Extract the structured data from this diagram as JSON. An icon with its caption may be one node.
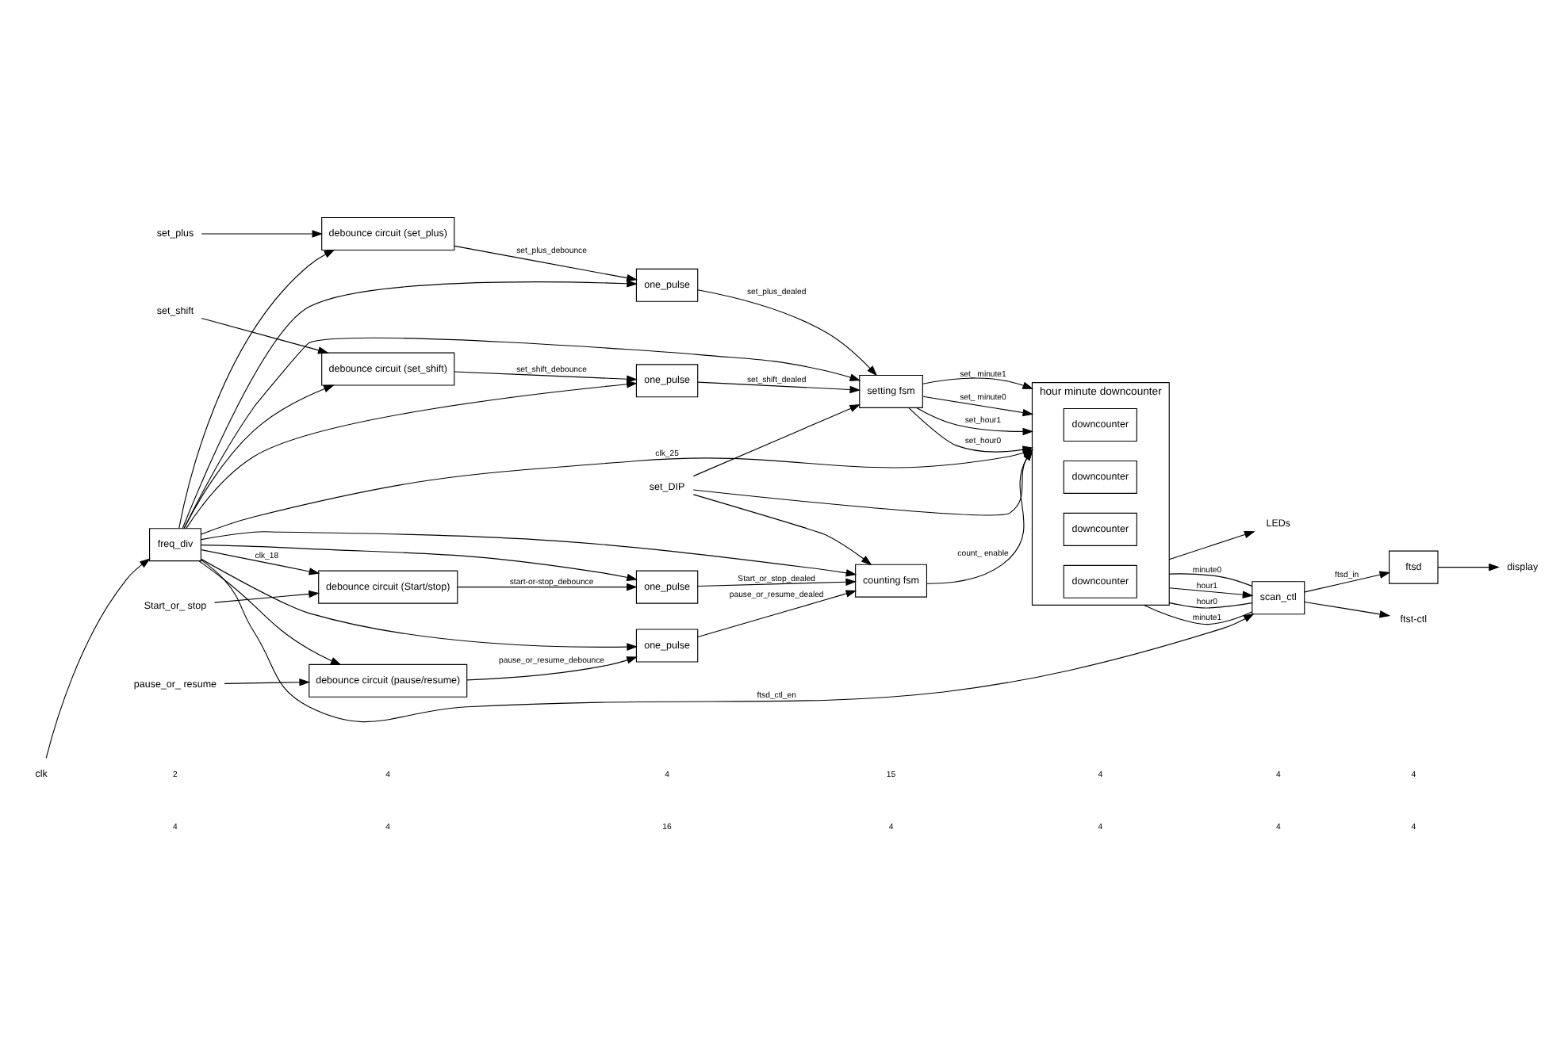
{
  "diagram": {
    "nodes": [
      {
        "text": [
          "clk"
        ]
      },
      {
        "text": [
          "freq_div"
        ]
      },
      {
        "text": [
          "Start_or_ stop"
        ]
      },
      {
        "text": [
          "debounce circuit (Start/stop)"
        ]
      },
      {
        "text": [
          "one_pulse"
        ]
      },
      {
        "text": [
          "pause_or_ resume"
        ]
      },
      {
        "text": [
          "debounce circuit (pause/resume)"
        ]
      },
      {
        "text": [
          "one_pulse"
        ]
      },
      {
        "text": [
          "set_plus"
        ]
      },
      {
        "text": [
          "debounce circuit (set_plus)"
        ]
      },
      {
        "text": [
          "one_pulse"
        ]
      },
      {
        "text": [
          "set_shift"
        ]
      },
      {
        "text": [
          "debounce circuit (set_shift)"
        ]
      },
      {
        "text": [
          "one_pulse"
        ]
      },
      {
        "text": [
          "set_DIP"
        ]
      },
      {
        "text": [
          "counting fsm"
        ]
      },
      {
        "text": [
          "setting fsm"
        ]
      },
      {
        "text": [
          "hour minute downcounter"
        ]
      },
      {
        "text": [
          "downcounter"
        ],
        "in": 17
      },
      {
        "text": [
          "downcounter"
        ],
        "in": 17
      },
      {
        "text": [
          "downcounter"
        ],
        "in": 17
      },
      {
        "text": [
          "downcounter"
        ],
        "in": 17
      },
      {
        "text": [
          "scan_ctl"
        ]
      },
      {
        "text": [
          "ftsd"
        ]
      },
      {
        "text": [
          "ftst-ctl"
        ]
      },
      {
        "text": [
          "display"
        ]
      },
      {
        "text": [
          "LEDs"
        ]
      }
    ],
    "edges": [
      {
        "from": 0,
        "to": 1,
        "arrow": "to"
      },
      {
        "from": 1,
        "to": 22,
        "arrow": "to",
        "label": "ftsd_ctl_en"
      },
      {
        "from": 1,
        "to": 3,
        "arrow": "to",
        "label": "clk_18"
      },
      {
        "from": 1,
        "to": 6,
        "arrow": "to"
      },
      {
        "from": 1,
        "to": 9,
        "arrow": "to"
      },
      {
        "from": 1,
        "to": 12,
        "arrow": "to"
      },
      {
        "from": 2,
        "to": 3,
        "arrow": "to"
      },
      {
        "from": 3,
        "to": 4,
        "arrow": "to",
        "label": "start-or-stop_debounce"
      },
      {
        "from": 1,
        "to": 4,
        "arrow": "to"
      },
      {
        "from": 4,
        "to": 15,
        "arrow": "to",
        "label": "Start_or_stop_dealed"
      },
      {
        "from": 1,
        "to": 15,
        "arrow": "to"
      },
      {
        "from": 5,
        "to": 6,
        "arrow": "to"
      },
      {
        "from": 6,
        "to": 7,
        "arrow": "to",
        "label": "pause_or_resume_debounce"
      },
      {
        "from": 1,
        "to": 7,
        "arrow": "to"
      },
      {
        "from": 7,
        "to": 15,
        "arrow": "to",
        "label": "pause_or_resume_dealed"
      },
      {
        "from": 8,
        "to": 9,
        "arrow": "to"
      },
      {
        "from": 9,
        "to": 10,
        "arrow": "to",
        "label": "set_plus_debounce"
      },
      {
        "from": 1,
        "to": 10,
        "arrow": "to"
      },
      {
        "from": 10,
        "to": 16,
        "arrow": "to",
        "label": "set_plus_dealed"
      },
      {
        "from": 1,
        "to": 16,
        "arrow": "to"
      },
      {
        "from": 11,
        "to": 12,
        "arrow": "to"
      },
      {
        "from": 12,
        "to": 13,
        "arrow": "to",
        "label": "set_shift_debounce"
      },
      {
        "from": 1,
        "to": 13,
        "arrow": "to"
      },
      {
        "from": 13,
        "to": 16,
        "arrow": "to",
        "label": "set_shift_dealed"
      },
      {
        "from": 14,
        "to": 15,
        "arrow": "to"
      },
      {
        "from": 14,
        "to": 16,
        "arrow": "to"
      },
      {
        "from": 14,
        "to": 17,
        "arrow": "to"
      },
      {
        "from": 1,
        "to": 17,
        "arrow": "to",
        "label": "clk_25"
      },
      {
        "from": 15,
        "to": 17,
        "arrow": "to",
        "label": "count_ enable"
      },
      {
        "from": 16,
        "to": 17,
        "arrow": "to",
        "label": "set_hour1"
      },
      {
        "from": 16,
        "to": 17,
        "arrow": "to",
        "label": "set_hour0"
      },
      {
        "from": 16,
        "to": 17,
        "arrow": "to",
        "label": "set_ minute1"
      },
      {
        "from": 16,
        "to": 17,
        "arrow": "to",
        "label": "set_ minute0"
      },
      {
        "from": 17,
        "to": 22,
        "arrow": "to",
        "label": "hour1"
      },
      {
        "from": 17,
        "to": 22,
        "arrow": "none",
        "label": "hour0"
      },
      {
        "from": 17,
        "to": 22,
        "arrow": "none",
        "label": "minute1"
      },
      {
        "from": 17,
        "to": 22,
        "arrow": "none",
        "label": "minute0"
      },
      {
        "from": 22,
        "to": 24,
        "arrow": "to"
      },
      {
        "from": 22,
        "to": 23,
        "arrow": "to",
        "label": "ftsd_in"
      },
      {
        "from": 23,
        "to": 25,
        "arrow": "to"
      },
      {
        "from": 17,
        "to": 26,
        "arrow": "to"
      }
    ],
    "labels": [
      "2",
      "4",
      "4",
      "15",
      "4",
      "4",
      "4",
      "4",
      "4",
      "16",
      "4",
      "4",
      "4",
      "4"
    ]
  }
}
